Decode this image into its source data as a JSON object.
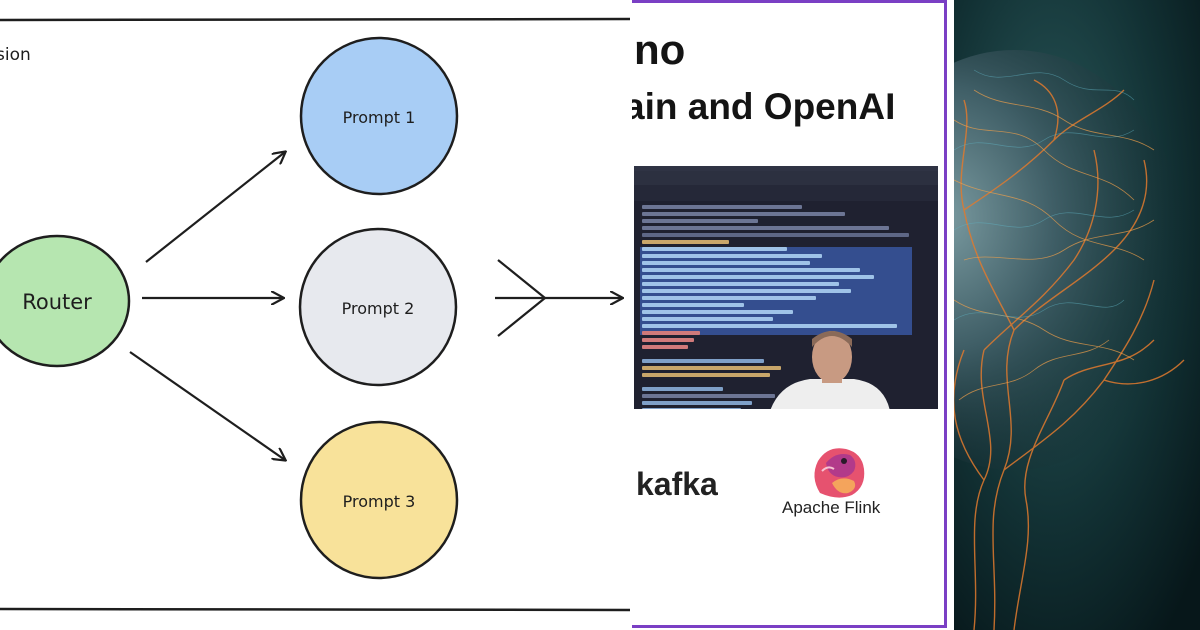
{
  "diagram": {
    "corner_label": "sion",
    "router_label": "Router",
    "prompts": [
      {
        "label": "Prompt 1",
        "color": "#a8cdf5"
      },
      {
        "label": "Prompt 2",
        "color": "#e7e9ee"
      },
      {
        "label": "Prompt 3",
        "color": "#f8e29a"
      }
    ],
    "router_color": "#b6e6b0"
  },
  "slide": {
    "title_line1": "no",
    "title_line2": "ain and OpenAI",
    "logos": {
      "kafka": "kafka",
      "flink": "Apache Flink"
    },
    "accent_color": "#7a3fc4"
  },
  "image": {
    "icon": "neural-network-tree-icon"
  }
}
